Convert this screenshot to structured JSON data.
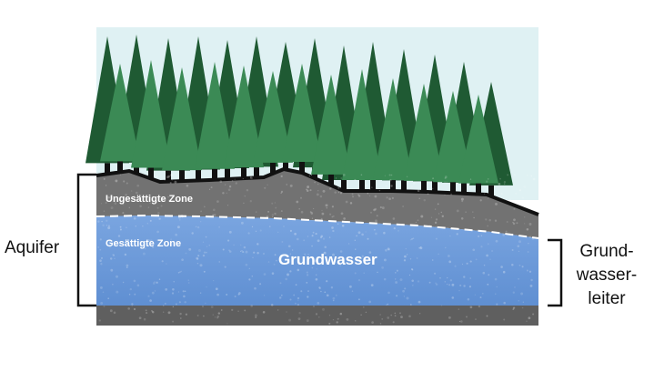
{
  "labels": {
    "aquifer": "Aquifer",
    "unsaturated_zone": "Ungesättigte Zone",
    "saturated_zone": "Gesättigte Zone",
    "groundwater": "Grundwasser",
    "groundwater_conductor_lines": [
      "Grund-",
      "wasser-",
      "leiter"
    ]
  },
  "colors": {
    "sky": "#dff1f3",
    "tree_dark": "#1f5a33",
    "tree_light": "#3b8a55",
    "soil": "#707070",
    "water": "#6f9ad8",
    "bedrock": "#5e5e5e",
    "ground_line": "#111111"
  }
}
